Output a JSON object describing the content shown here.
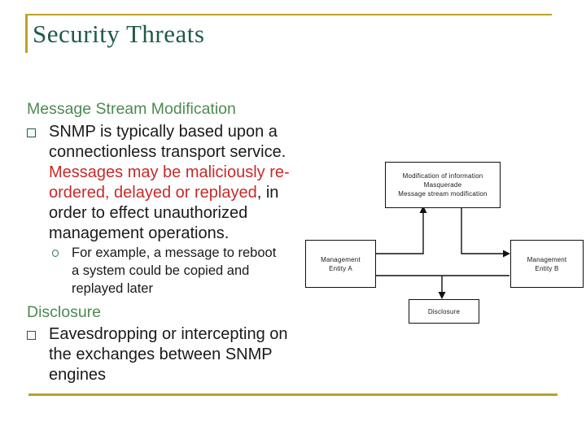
{
  "title": "Security Threats",
  "colors": {
    "accent_gold": "#bca32c",
    "title_green": "#1e5b47",
    "heading_green": "#4c8a50",
    "alert_red": "#c82a2a",
    "text_black": "#1a1a1a",
    "diagram_line": "#111111"
  },
  "content": {
    "section1_heading": "Message Stream Modification",
    "bullet1_part1": "SNMP is typically based upon a connectionless transport service. ",
    "bullet1_red": "Messages may be maliciously re-ordered, delayed or replayed",
    "bullet1_part2": ", in order to effect unauthorized management operations.",
    "subbullet1": "For example, a message to reboot a system could be copied and replayed later",
    "section2_heading": "Disclosure",
    "bullet2": "Eavesdropping or intercepting on the exchanges between SNMP engines"
  },
  "diagram": {
    "attack_box": {
      "line1": "Modification of information",
      "line2": "Masquerade",
      "line3": "Message stream modification"
    },
    "entity_a": {
      "line1": "Management",
      "line2": "Entity A"
    },
    "entity_b": {
      "line1": "Management",
      "line2": "Entity B"
    },
    "disclosure_box": {
      "label": "Disclosure"
    }
  }
}
